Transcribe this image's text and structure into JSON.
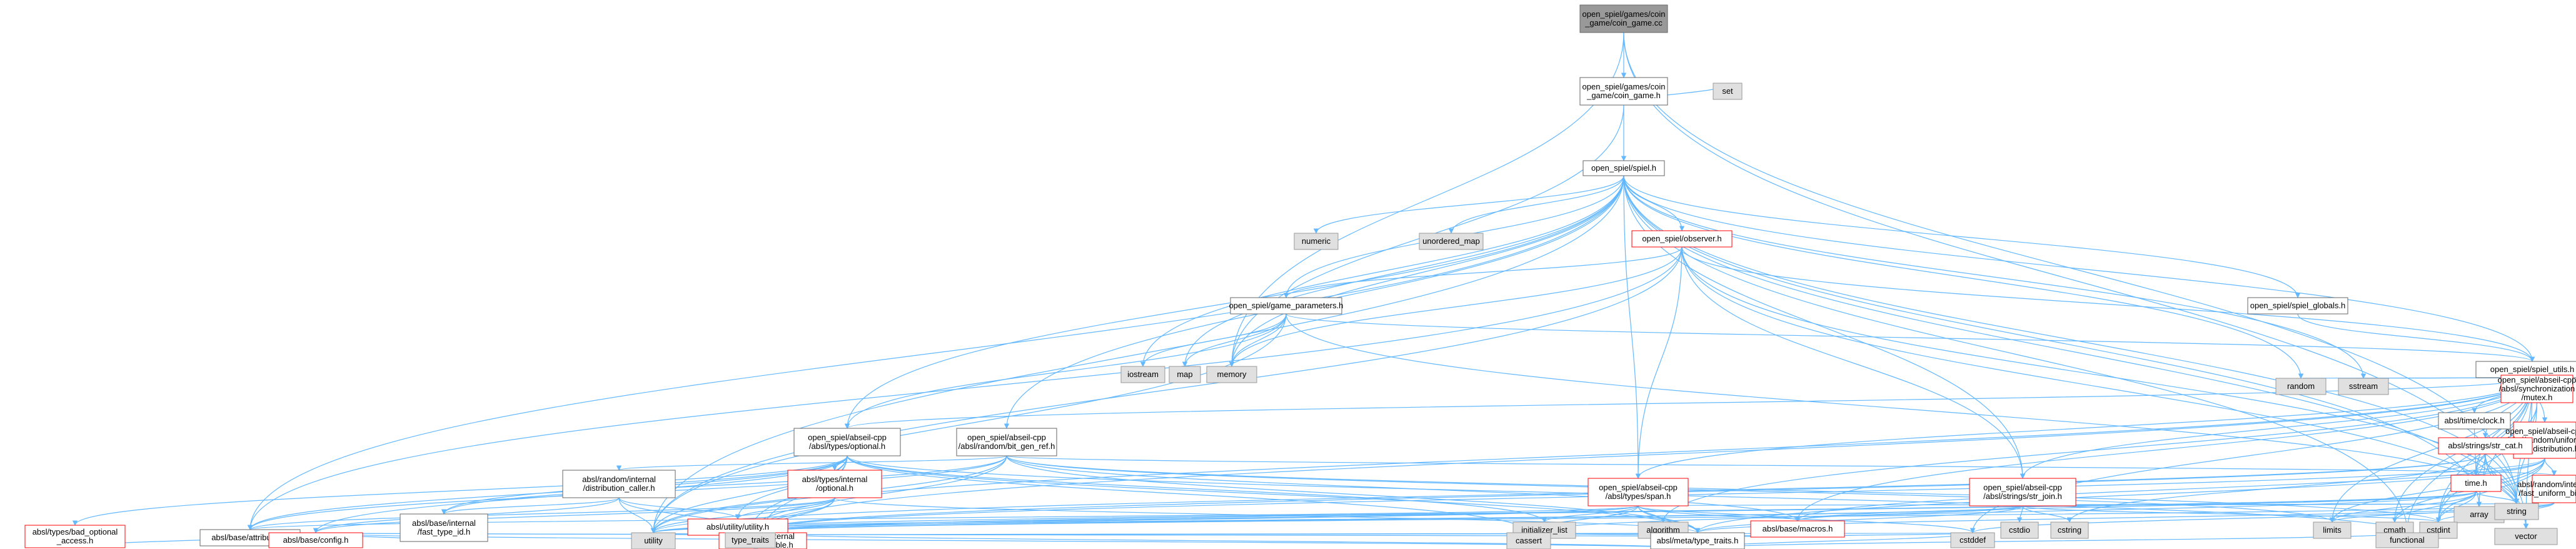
{
  "nodes": [
    {
      "id": "root",
      "kind": "root",
      "lines": [
        "open_spiel/games/coin",
        "_game/coin_game.cc"
      ]
    },
    {
      "id": "coinh",
      "kind": "file",
      "lines": [
        "open_spiel/games/coin",
        "_game/coin_game.h"
      ]
    },
    {
      "id": "set",
      "kind": "sys",
      "lines": [
        "set"
      ]
    },
    {
      "id": "spiel",
      "kind": "file",
      "lines": [
        "open_spiel/spiel.h"
      ]
    },
    {
      "id": "numeric",
      "kind": "sys",
      "lines": [
        "numeric"
      ]
    },
    {
      "id": "umap",
      "kind": "sys",
      "lines": [
        "unordered_map"
      ]
    },
    {
      "id": "observer",
      "kind": "red",
      "lines": [
        "open_spiel/observer.h"
      ]
    },
    {
      "id": "gameparams",
      "kind": "file",
      "lines": [
        "open_spiel/game_parameters.h"
      ]
    },
    {
      "id": "globals",
      "kind": "file",
      "lines": [
        "open_spiel/spiel_globals.h"
      ]
    },
    {
      "id": "utils",
      "kind": "file",
      "lines": [
        "open_spiel/spiel_utils.h"
      ]
    },
    {
      "id": "iostream",
      "kind": "sys",
      "lines": [
        "iostream"
      ]
    },
    {
      "id": "map",
      "kind": "sys",
      "lines": [
        "map"
      ]
    },
    {
      "id": "memory",
      "kind": "sys",
      "lines": [
        "memory"
      ]
    },
    {
      "id": "optional",
      "kind": "file",
      "lines": [
        "open_spiel/abseil-cpp",
        "/absl/types/optional.h"
      ]
    },
    {
      "id": "bitgen",
      "kind": "file",
      "lines": [
        "open_spiel/abseil-cpp",
        "/absl/random/bit_gen_ref.h"
      ]
    },
    {
      "id": "clock",
      "kind": "file",
      "lines": [
        "absl/time/clock.h"
      ]
    },
    {
      "id": "uniformreal",
      "kind": "red",
      "lines": [
        "open_spiel/abseil-cpp",
        "/absl/random/uniform",
        "_real_distribution.h"
      ]
    },
    {
      "id": "mutex",
      "kind": "red",
      "lines": [
        "open_spiel/abseil-cpp",
        "/absl/synchronization",
        "/mutex.h"
      ]
    },
    {
      "id": "strcat",
      "kind": "red",
      "lines": [
        "absl/strings/str_cat.h"
      ]
    },
    {
      "id": "random",
      "kind": "sys",
      "lines": [
        "random"
      ]
    },
    {
      "id": "sstream",
      "kind": "sys",
      "lines": [
        "sstream"
      ]
    },
    {
      "id": "array",
      "kind": "sys",
      "lines": [
        "array"
      ]
    },
    {
      "id": "vector",
      "kind": "sys",
      "lines": [
        "vector"
      ]
    },
    {
      "id": "distcaller",
      "kind": "file",
      "lines": [
        "absl/random/internal",
        "/distribution_caller.h"
      ]
    },
    {
      "id": "optinternal",
      "kind": "red",
      "lines": [
        "absl/types/internal",
        "/optional.h"
      ]
    },
    {
      "id": "span",
      "kind": "red",
      "lines": [
        "open_spiel/abseil-cpp",
        "/absl/types/span.h"
      ]
    },
    {
      "id": "strjoin",
      "kind": "red",
      "lines": [
        "open_spiel/abseil-cpp",
        "/absl/strings/str_join.h"
      ]
    },
    {
      "id": "timeh",
      "kind": "red",
      "lines": [
        "time.h"
      ]
    },
    {
      "id": "fastuniform",
      "kind": "red",
      "lines": [
        "absl/random/internal",
        "/fast_uniform_bits.h"
      ]
    },
    {
      "id": "fasttypeid",
      "kind": "file",
      "lines": [
        "absl/base/internal",
        "/fast_type_id.h"
      ]
    },
    {
      "id": "utility_h",
      "kind": "red",
      "lines": [
        "absl/utility/utility.h"
      ]
    },
    {
      "id": "initlist",
      "kind": "sys",
      "lines": [
        "initializer_list"
      ]
    },
    {
      "id": "algorithm",
      "kind": "sys",
      "lines": [
        "algorithm"
      ]
    },
    {
      "id": "macros",
      "kind": "red",
      "lines": [
        "absl/base/macros.h"
      ]
    },
    {
      "id": "cstdio",
      "kind": "sys",
      "lines": [
        "cstdio"
      ]
    },
    {
      "id": "cstring",
      "kind": "sys",
      "lines": [
        "cstring"
      ]
    },
    {
      "id": "limits",
      "kind": "sys",
      "lines": [
        "limits"
      ]
    },
    {
      "id": "cmath",
      "kind": "sys",
      "lines": [
        "cmath"
      ]
    },
    {
      "id": "cstdint",
      "kind": "sys",
      "lines": [
        "cstdint"
      ]
    },
    {
      "id": "string",
      "kind": "sys",
      "lines": [
        "string"
      ]
    },
    {
      "id": "badopt",
      "kind": "red",
      "lines": [
        "absl/types/bad_optional",
        "_access.h"
      ]
    },
    {
      "id": "attributes",
      "kind": "file",
      "lines": [
        "absl/base/attributes.h"
      ]
    },
    {
      "id": "utility",
      "kind": "sys",
      "lines": [
        "utility"
      ]
    },
    {
      "id": "inlinevar",
      "kind": "red",
      "lines": [
        "absl/base/internal",
        "/inline_variable.h"
      ]
    },
    {
      "id": "cassert",
      "kind": "sys",
      "lines": [
        "cassert"
      ]
    },
    {
      "id": "typetraitsh",
      "kind": "file",
      "lines": [
        "absl/meta/type_traits.h"
      ]
    },
    {
      "id": "config",
      "kind": "red",
      "lines": [
        "absl/base/config.h"
      ]
    },
    {
      "id": "type_traits",
      "kind": "sys",
      "lines": [
        "type_traits"
      ]
    },
    {
      "id": "cstddef",
      "kind": "sys",
      "lines": [
        "cstddef"
      ]
    },
    {
      "id": "functional",
      "kind": "sys",
      "lines": [
        "functional"
      ]
    }
  ],
  "edges": [
    [
      "root",
      "coinh"
    ],
    [
      "root",
      "memory"
    ],
    [
      "root",
      "string"
    ],
    [
      "root",
      "vector"
    ],
    [
      "coinh",
      "set"
    ],
    [
      "coinh",
      "spiel"
    ],
    [
      "coinh",
      "memory"
    ],
    [
      "spiel",
      "numeric"
    ],
    [
      "spiel",
      "umap"
    ],
    [
      "spiel",
      "observer"
    ],
    [
      "spiel",
      "gameparams"
    ],
    [
      "spiel",
      "globals"
    ],
    [
      "spiel",
      "utils"
    ],
    [
      "spiel",
      "iostream"
    ],
    [
      "spiel",
      "map"
    ],
    [
      "spiel",
      "memory"
    ],
    [
      "spiel",
      "optional"
    ],
    [
      "spiel",
      "bitgen"
    ],
    [
      "spiel",
      "span"
    ],
    [
      "spiel",
      "strjoin"
    ],
    [
      "spiel",
      "random"
    ],
    [
      "spiel",
      "sstream"
    ],
    [
      "spiel",
      "string"
    ],
    [
      "spiel",
      "vector"
    ],
    [
      "spiel",
      "functional"
    ],
    [
      "spiel",
      "attributes"
    ],
    [
      "spiel",
      "utility"
    ],
    [
      "spiel",
      "array"
    ],
    [
      "observer",
      "gameparams"
    ],
    [
      "observer",
      "utils"
    ],
    [
      "observer",
      "memory"
    ],
    [
      "observer",
      "span"
    ],
    [
      "observer",
      "strjoin"
    ],
    [
      "observer",
      "string"
    ],
    [
      "observer",
      "vector"
    ],
    [
      "observer",
      "utility"
    ],
    [
      "observer",
      "attributes"
    ],
    [
      "gameparams",
      "iostream"
    ],
    [
      "gameparams",
      "map"
    ],
    [
      "gameparams",
      "memory"
    ],
    [
      "gameparams",
      "optional"
    ],
    [
      "gameparams",
      "utils"
    ],
    [
      "gameparams",
      "string"
    ],
    [
      "gameparams",
      "utility"
    ],
    [
      "globals",
      "utils"
    ],
    [
      "utils",
      "optional"
    ],
    [
      "utils",
      "clock"
    ],
    [
      "utils",
      "uniformreal"
    ],
    [
      "utils",
      "mutex"
    ],
    [
      "utils",
      "strcat"
    ],
    [
      "utils",
      "random"
    ],
    [
      "utils",
      "sstream"
    ],
    [
      "utils",
      "array"
    ],
    [
      "utils",
      "vector"
    ],
    [
      "utils",
      "span"
    ],
    [
      "utils",
      "strjoin"
    ],
    [
      "utils",
      "timeh"
    ],
    [
      "utils",
      "cmath"
    ],
    [
      "utils",
      "cstdint"
    ],
    [
      "utils",
      "string"
    ],
    [
      "utils",
      "algorithm"
    ],
    [
      "utils",
      "cstddef"
    ],
    [
      "utils",
      "type_traits"
    ],
    [
      "utils",
      "functional"
    ],
    [
      "utils",
      "utility"
    ],
    [
      "utils",
      "limits"
    ],
    [
      "utils",
      "macros"
    ],
    [
      "optional",
      "badopt"
    ],
    [
      "optional",
      "attributes"
    ],
    [
      "optional",
      "fasttypeid"
    ],
    [
      "optional",
      "optinternal"
    ],
    [
      "optional",
      "utility_h"
    ],
    [
      "optional",
      "initlist"
    ],
    [
      "optional",
      "inlinevar"
    ],
    [
      "optional",
      "cassert"
    ],
    [
      "optional",
      "typetraitsh"
    ],
    [
      "optional",
      "config"
    ],
    [
      "optional",
      "type_traits"
    ],
    [
      "optional",
      "utility"
    ],
    [
      "optional",
      "functional"
    ],
    [
      "bitgen",
      "distcaller"
    ],
    [
      "bitgen",
      "fastuniform"
    ],
    [
      "bitgen",
      "fasttypeid"
    ],
    [
      "bitgen",
      "typetraitsh"
    ],
    [
      "bitgen",
      "utility"
    ],
    [
      "bitgen",
      "type_traits"
    ],
    [
      "bitgen",
      "limits"
    ],
    [
      "bitgen",
      "cstdint"
    ],
    [
      "bitgen",
      "attributes"
    ],
    [
      "bitgen",
      "macros"
    ],
    [
      "clock",
      "timeh"
    ],
    [
      "uniformreal",
      "fastuniform"
    ],
    [
      "uniformreal",
      "limits"
    ],
    [
      "uniformreal",
      "cmath"
    ],
    [
      "uniformreal",
      "cstdint"
    ],
    [
      "uniformreal",
      "type_traits"
    ],
    [
      "uniformreal",
      "typetraitsh"
    ],
    [
      "uniformreal",
      "macros"
    ],
    [
      "mutex",
      "timeh"
    ],
    [
      "mutex",
      "cstdint"
    ],
    [
      "mutex",
      "string"
    ],
    [
      "strcat",
      "string"
    ],
    [
      "strcat",
      "cstdint"
    ],
    [
      "strcat",
      "array"
    ],
    [
      "strcat",
      "vector"
    ],
    [
      "strcat",
      "type_traits"
    ],
    [
      "strcat",
      "utility"
    ],
    [
      "strcat",
      "cstring"
    ],
    [
      "distcaller",
      "fasttypeid"
    ],
    [
      "distcaller",
      "utility_h"
    ],
    [
      "distcaller",
      "config"
    ],
    [
      "distcaller",
      "type_traits"
    ],
    [
      "distcaller",
      "utility"
    ],
    [
      "optinternal",
      "utility_h"
    ],
    [
      "optinternal",
      "inlinevar"
    ],
    [
      "optinternal",
      "config"
    ],
    [
      "optinternal",
      "type_traits"
    ],
    [
      "optinternal",
      "utility"
    ],
    [
      "optinternal",
      "typetraitsh"
    ],
    [
      "optinternal",
      "attributes"
    ],
    [
      "span",
      "initlist"
    ],
    [
      "span",
      "algorithm"
    ],
    [
      "span",
      "macros"
    ],
    [
      "span",
      "cassert"
    ],
    [
      "span",
      "cstddef"
    ],
    [
      "span",
      "type_traits"
    ],
    [
      "span",
      "utility"
    ],
    [
      "span",
      "string"
    ],
    [
      "span",
      "typetraitsh"
    ],
    [
      "span",
      "attributes"
    ],
    [
      "strjoin",
      "cstdio"
    ],
    [
      "strjoin",
      "cstring"
    ],
    [
      "strjoin",
      "macros"
    ],
    [
      "strjoin",
      "type_traits"
    ],
    [
      "strjoin",
      "utility"
    ],
    [
      "strjoin",
      "string"
    ],
    [
      "strjoin",
      "typetraitsh"
    ],
    [
      "strjoin",
      "cstdint"
    ],
    [
      "timeh",
      "cmath"
    ],
    [
      "timeh",
      "cstdint"
    ],
    [
      "timeh",
      "string"
    ],
    [
      "timeh",
      "limits"
    ],
    [
      "timeh",
      "utility"
    ],
    [
      "timeh",
      "macros"
    ],
    [
      "timeh",
      "type_traits"
    ],
    [
      "timeh",
      "cassert"
    ],
    [
      "fastuniform",
      "limits"
    ],
    [
      "fastuniform",
      "cstddef"
    ],
    [
      "fastuniform",
      "cstdint"
    ],
    [
      "fastuniform",
      "type_traits"
    ],
    [
      "fastuniform",
      "typetraitsh"
    ],
    [
      "fasttypeid",
      "config"
    ],
    [
      "utility_h",
      "inlinevar"
    ],
    [
      "utility_h",
      "config"
    ],
    [
      "utility_h",
      "typetraitsh"
    ],
    [
      "utility_h",
      "utility"
    ],
    [
      "utility_h",
      "cstddef"
    ],
    [
      "badopt",
      "config"
    ],
    [
      "attributes",
      "config"
    ],
    [
      "inlinevar",
      "type_traits"
    ],
    [
      "macros",
      "cassert"
    ],
    [
      "macros",
      "cstddef"
    ],
    [
      "macros",
      "config"
    ],
    [
      "typetraitsh",
      "cstddef"
    ],
    [
      "typetraitsh",
      "functional"
    ],
    [
      "typetraitsh",
      "type_traits"
    ],
    [
      "typetraitsh",
      "config"
    ]
  ]
}
